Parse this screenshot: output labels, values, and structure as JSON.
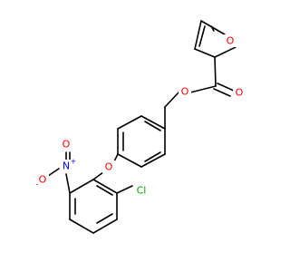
{
  "molecule": {
    "colors": {
      "bond": "#000000",
      "oxygen": "#ff0000",
      "nitrogen": "#0000ff",
      "chlorine": "#00aa00",
      "background": "#ffffff"
    },
    "atoms": {
      "o_furan": "O",
      "o_carbonyl": "O",
      "o_ester": "O",
      "o_ether": "O",
      "n_nitro": "N",
      "n_charge": "+",
      "o_nitro_top": "O",
      "o_nitro_left": "O",
      "o_nitro_charge": "-",
      "cl": "Cl"
    }
  }
}
